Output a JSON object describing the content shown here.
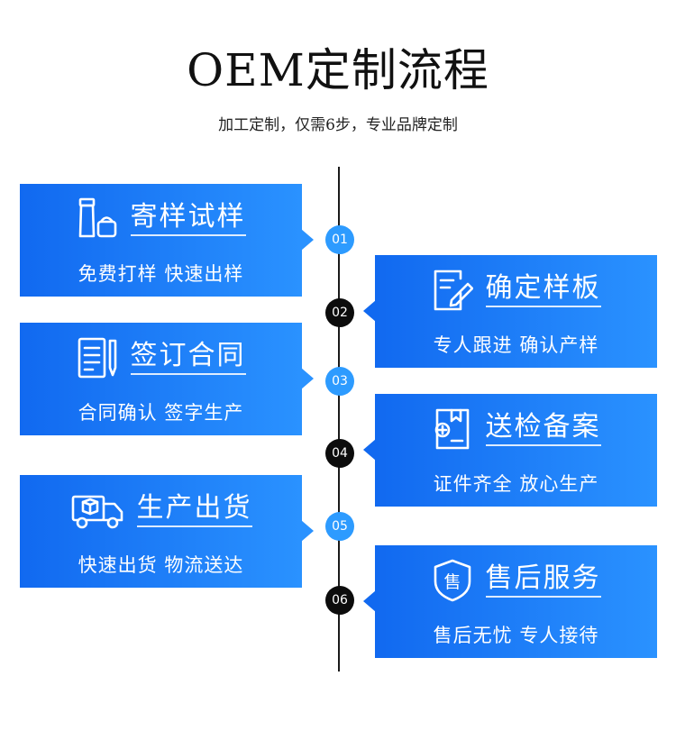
{
  "header": {
    "title": "OEM定制流程",
    "subtitle": "加工定制，仅需6步，专业品牌定制"
  },
  "steps": [
    {
      "num": "01",
      "title": "寄样试样",
      "desc": "免费打样 快速出样",
      "icon": "sample-tube-icon",
      "side": "left",
      "node_color": "blue"
    },
    {
      "num": "02",
      "title": "确定样板",
      "desc": "专人跟进 确认产样",
      "icon": "edit-document-icon",
      "side": "right",
      "node_color": "black"
    },
    {
      "num": "03",
      "title": "签订合同",
      "desc": "合同确认 签字生产",
      "icon": "contract-pen-icon",
      "side": "left",
      "node_color": "blue"
    },
    {
      "num": "04",
      "title": "送检备案",
      "desc": "证件齐全 放心生产",
      "icon": "inspection-folder-icon",
      "side": "right",
      "node_color": "black"
    },
    {
      "num": "05",
      "title": "生产出货",
      "desc": "快速出货 物流送达",
      "icon": "delivery-truck-icon",
      "side": "left",
      "node_color": "blue"
    },
    {
      "num": "06",
      "title": "售后服务",
      "desc": "售后无忧 专人接待",
      "icon": "after-sales-shield-icon",
      "side": "right",
      "node_color": "black"
    }
  ],
  "icon_text": {
    "after_sales": "售"
  },
  "colors": {
    "card_start": "#1169f0",
    "card_end": "#2a92ff",
    "node_blue": "#2d9bff",
    "node_black": "#0c0c0c"
  }
}
